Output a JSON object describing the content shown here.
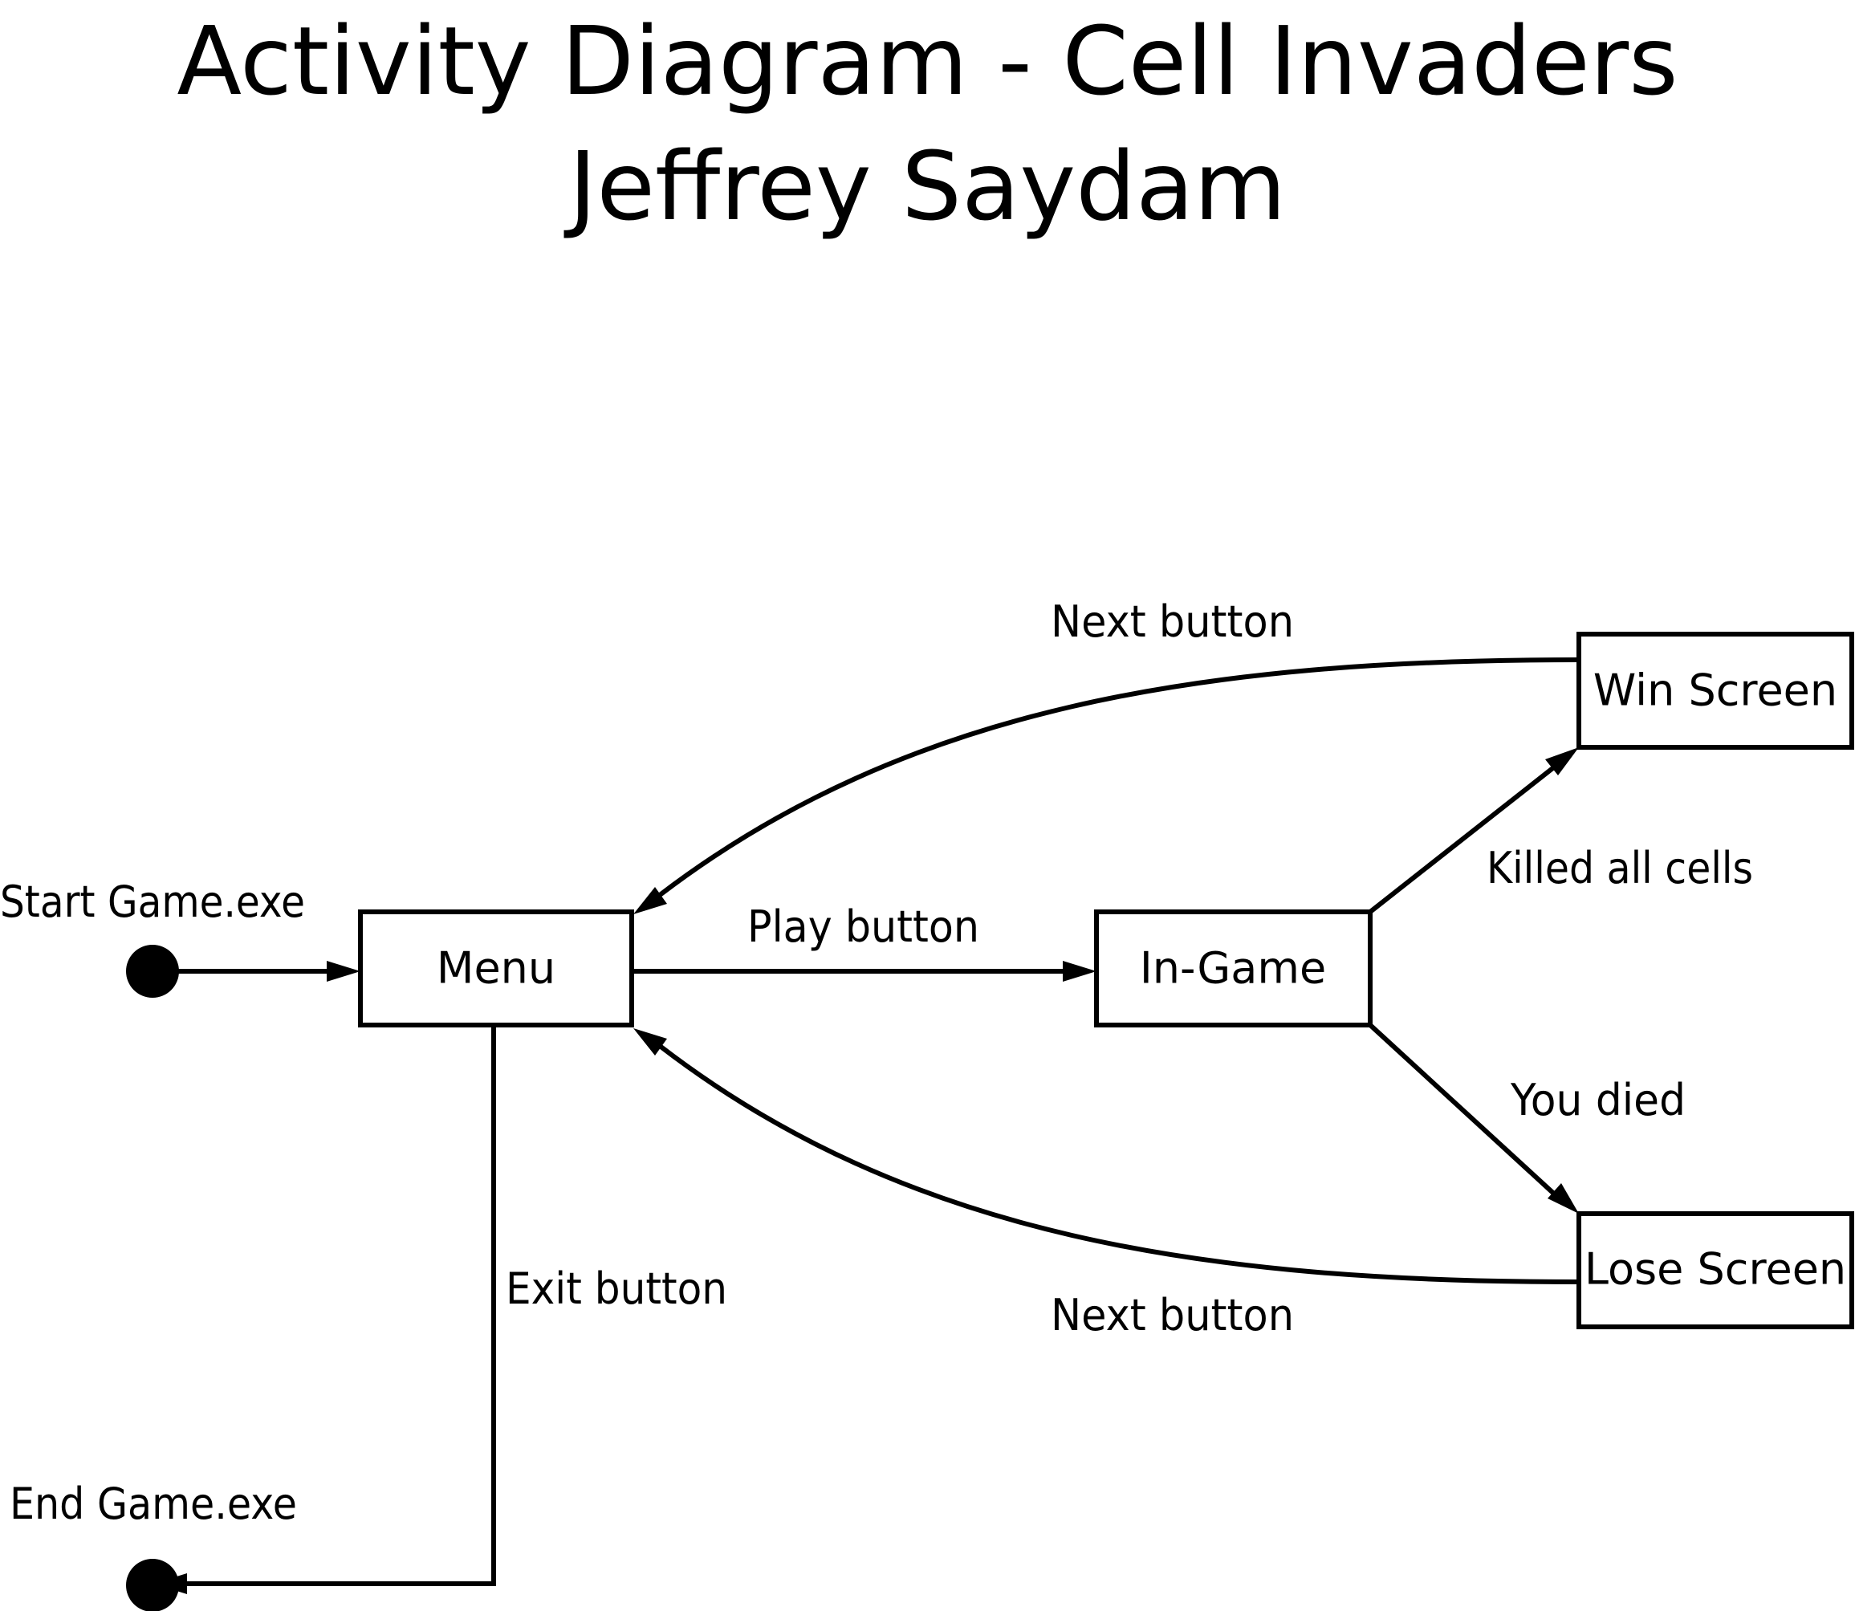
{
  "title": {
    "line1": "Activity Diagram - Cell Invaders",
    "line2": "Jeffrey Saydam"
  },
  "start_label": "Start Game.exe",
  "end_label": "End Game.exe",
  "nodes": {
    "menu": "Menu",
    "in_game": "In-Game",
    "win_screen": "Win Screen",
    "lose_screen": "Lose Screen"
  },
  "edges": {
    "play": "Play button",
    "killed_all": "Killed all cells",
    "you_died": "You died",
    "next_from_win": "Next button",
    "next_from_lose": "Next button",
    "exit": "Exit button"
  },
  "colors": {
    "stroke": "#000000",
    "background": "#ffffff"
  }
}
